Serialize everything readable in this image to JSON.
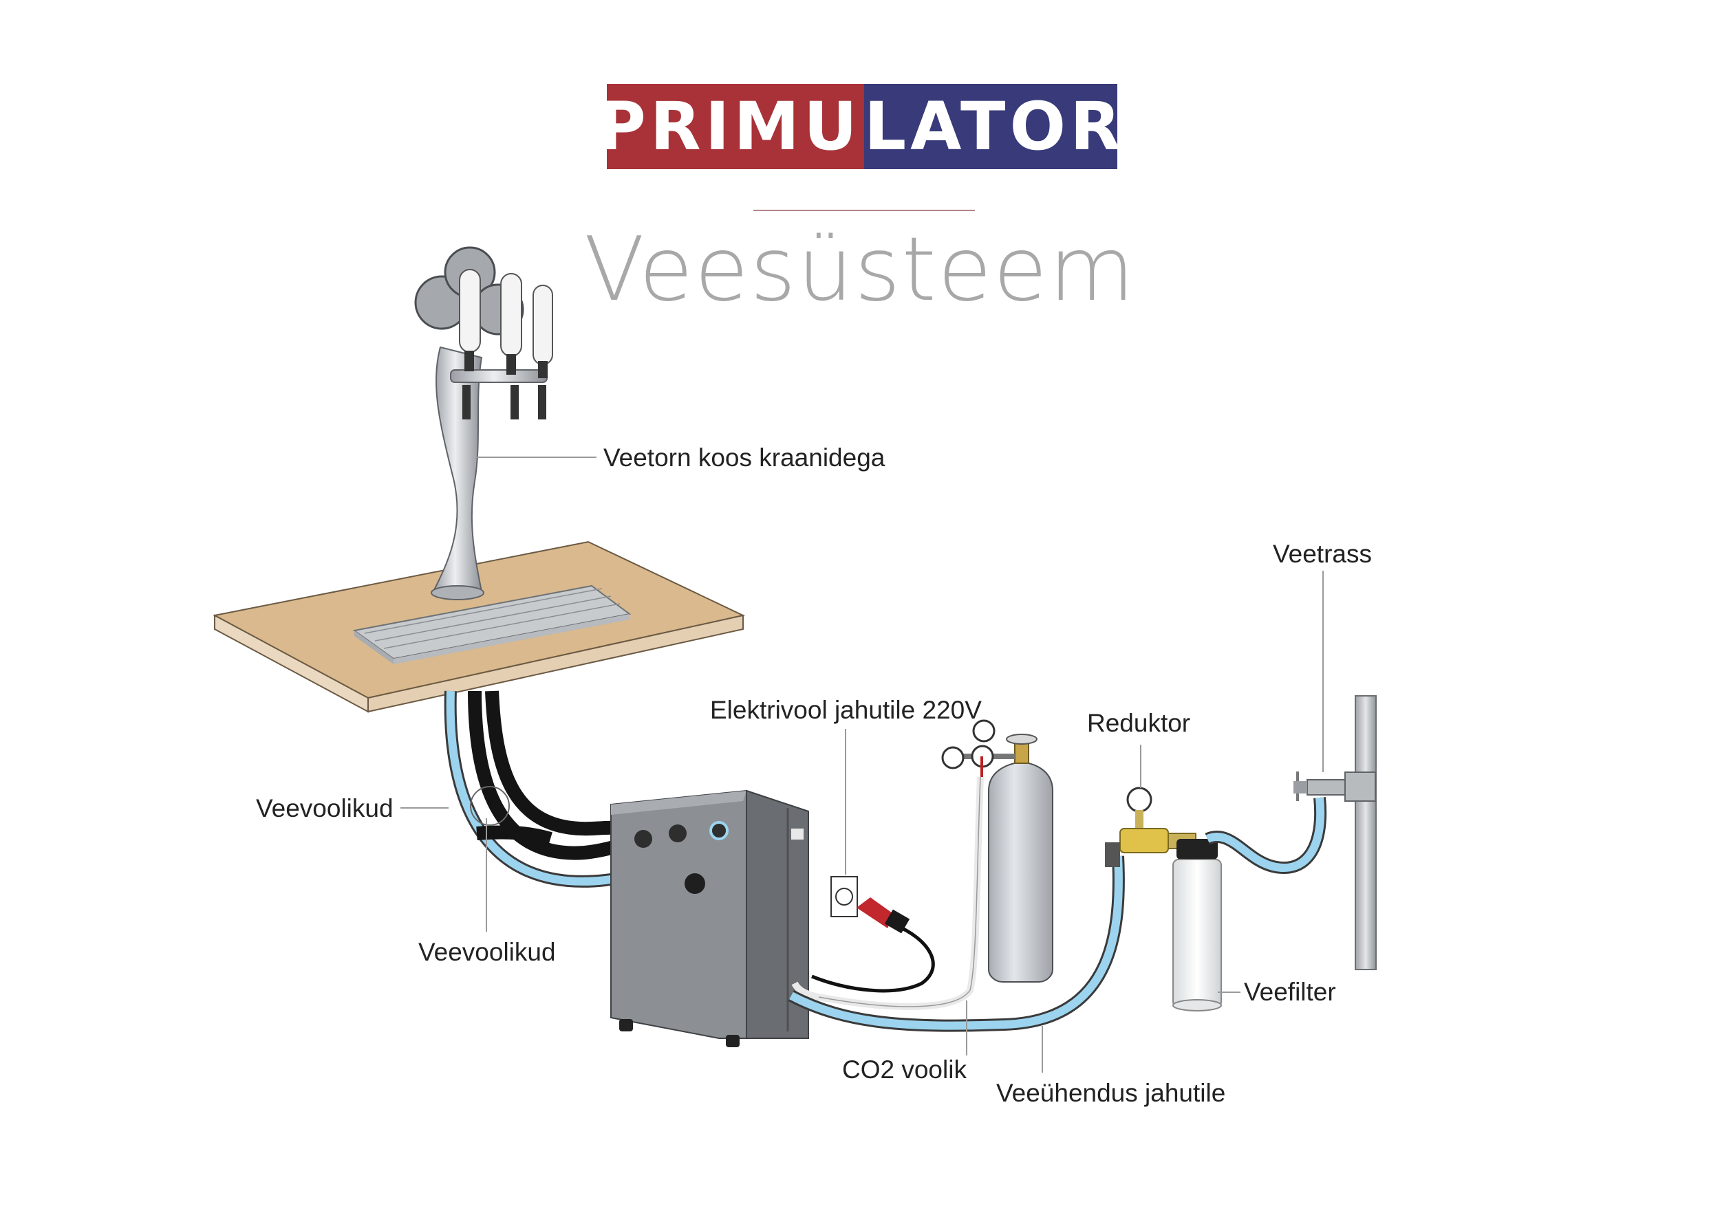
{
  "logo": {
    "part1": "PRIMU",
    "part2": "LATOR",
    "color1": "#a83237",
    "color2": "#383a7a"
  },
  "title": "Veesüsteem",
  "labels": {
    "tower": "Veetorn koos kraanidega",
    "hoses_left": "Veevoolikud",
    "hoses_bottom": "Veevoolikud",
    "power": "Elektrivool jahutile 220V",
    "reducer": "Reduktor",
    "water_main": "Veetrass",
    "filter": "Veefilter",
    "co2": "CO2 voolik",
    "water_connection": "Veeühendus jahutile"
  }
}
